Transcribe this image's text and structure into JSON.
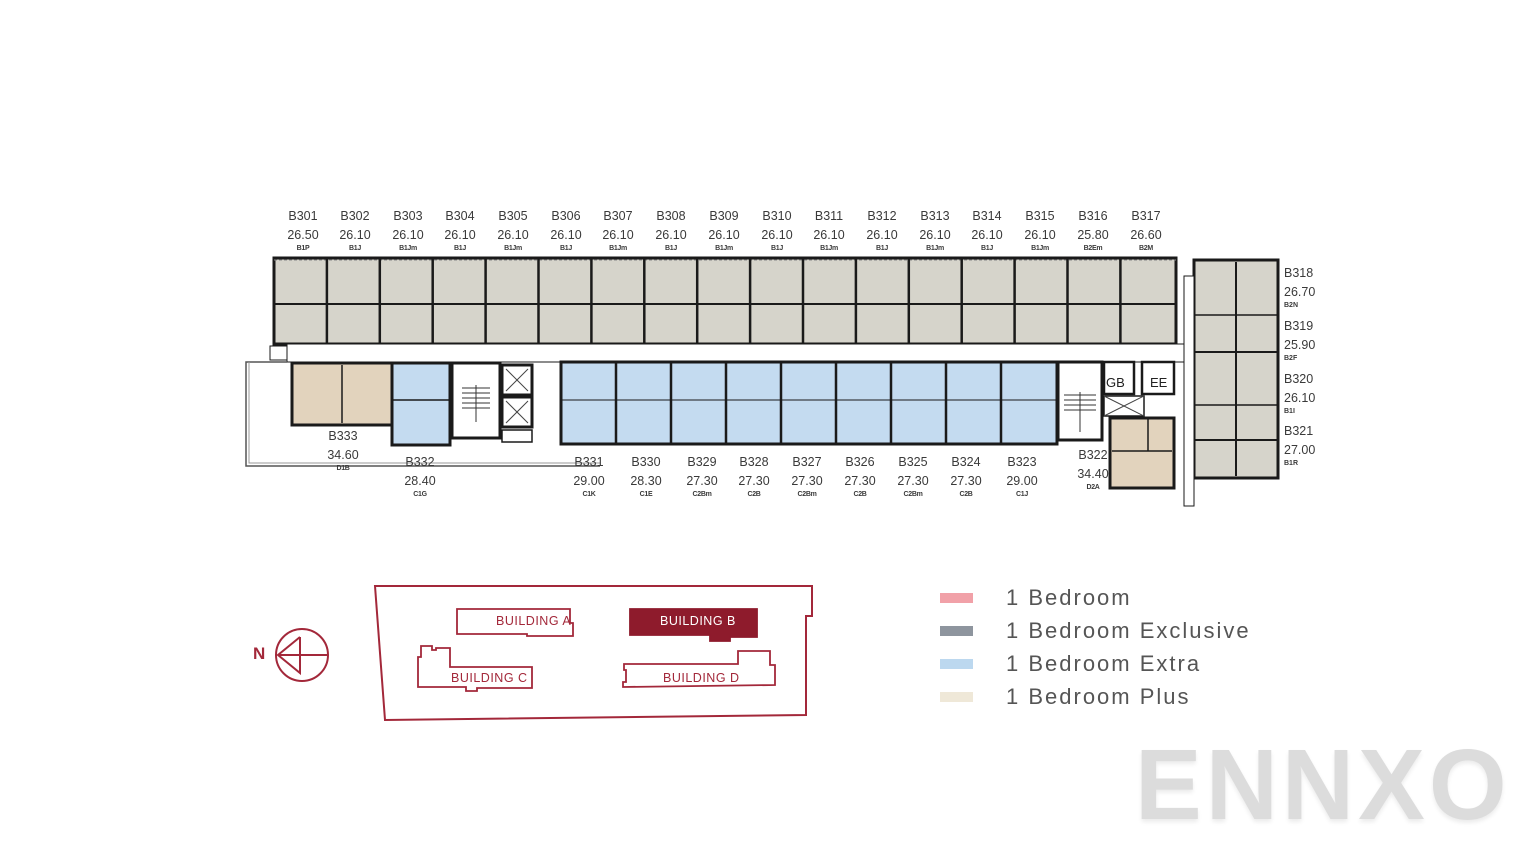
{
  "floorplan": {
    "top_units": [
      {
        "code": "B301",
        "area": "26.50",
        "type": "B1P"
      },
      {
        "code": "B302",
        "area": "26.10",
        "type": "B1J"
      },
      {
        "code": "B303",
        "area": "26.10",
        "type": "B1Jm"
      },
      {
        "code": "B304",
        "area": "26.10",
        "type": "B1J"
      },
      {
        "code": "B305",
        "area": "26.10",
        "type": "B1Jm"
      },
      {
        "code": "B306",
        "area": "26.10",
        "type": "B1J"
      },
      {
        "code": "B307",
        "area": "26.10",
        "type": "B1Jm"
      },
      {
        "code": "B308",
        "area": "26.10",
        "type": "B1J"
      },
      {
        "code": "B309",
        "area": "26.10",
        "type": "B1Jm"
      },
      {
        "code": "B310",
        "area": "26.10",
        "type": "B1J"
      },
      {
        "code": "B311",
        "area": "26.10",
        "type": "B1Jm"
      },
      {
        "code": "B312",
        "area": "26.10",
        "type": "B1J"
      },
      {
        "code": "B313",
        "area": "26.10",
        "type": "B1Jm"
      },
      {
        "code": "B314",
        "area": "26.10",
        "type": "B1J"
      },
      {
        "code": "B315",
        "area": "26.10",
        "type": "B1Jm"
      },
      {
        "code": "B316",
        "area": "25.80",
        "type": "B2Em"
      },
      {
        "code": "B317",
        "area": "26.60",
        "type": "B2M"
      }
    ],
    "side_units": [
      {
        "code": "B318",
        "area": "26.70",
        "type": "B2N"
      },
      {
        "code": "B319",
        "area": "25.90",
        "type": "B2F"
      },
      {
        "code": "B320",
        "area": "26.10",
        "type": "B1I"
      },
      {
        "code": "B321",
        "area": "27.00",
        "type": "B1R"
      }
    ],
    "bottom_units": [
      {
        "code": "B322",
        "area": "34.40",
        "type": "D2A"
      },
      {
        "code": "B323",
        "area": "29.00",
        "type": "C1J"
      },
      {
        "code": "B324",
        "area": "27.30",
        "type": "C2B"
      },
      {
        "code": "B325",
        "area": "27.30",
        "type": "C2Bm"
      },
      {
        "code": "B326",
        "area": "27.30",
        "type": "C2B"
      },
      {
        "code": "B327",
        "area": "27.30",
        "type": "C2Bm"
      },
      {
        "code": "B328",
        "area": "27.30",
        "type": "C2B"
      },
      {
        "code": "B329",
        "area": "27.30",
        "type": "C2Bm"
      },
      {
        "code": "B330",
        "area": "28.30",
        "type": "C1E"
      },
      {
        "code": "B331",
        "area": "29.00",
        "type": "C1K"
      },
      {
        "code": "B332",
        "area": "28.40",
        "type": "C1G"
      },
      {
        "code": "B333",
        "area": "34.60",
        "type": "D1B"
      }
    ],
    "service_rooms": {
      "gb": "GB",
      "ee": "EE"
    }
  },
  "key_plan": {
    "north_label": "N",
    "buildings": [
      {
        "label": "BUILDING A",
        "selected": false
      },
      {
        "label": "BUILDING B",
        "selected": true
      },
      {
        "label": "BUILDING C",
        "selected": false
      },
      {
        "label": "BUILDING D",
        "selected": false
      }
    ],
    "accent_color": "#8e1b2c"
  },
  "legend": [
    {
      "label": "1 Bedroom",
      "color": "#f1a1a8"
    },
    {
      "label": "1 Bedroom Exclusive",
      "color": "#8e959e"
    },
    {
      "label": "1 Bedroom Extra",
      "color": "#bcd8ef"
    },
    {
      "label": "1 Bedroom Plus",
      "color": "#efe8d8"
    }
  ],
  "watermark": "ENNXO"
}
